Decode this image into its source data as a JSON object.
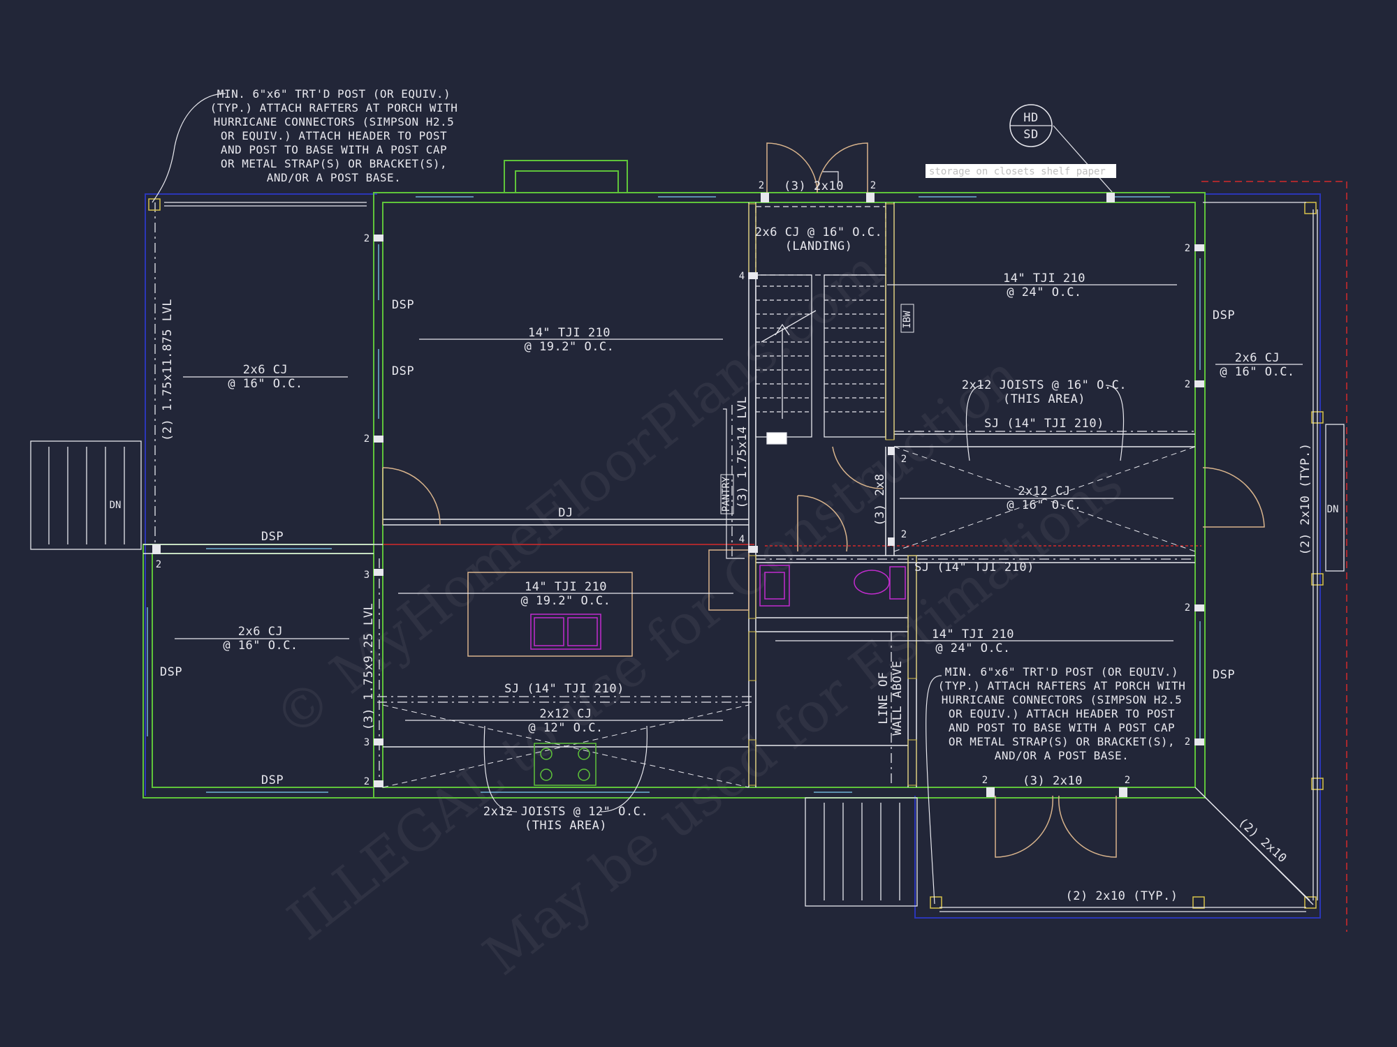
{
  "notes": {
    "porch_left": [
      "MIN. 6\"x6\" TRT'D POST (OR EQUIV.)",
      "(TYP.) ATTACH RAFTERS AT PORCH WITH",
      "HURRICANE CONNECTORS (SIMPSON H2.5",
      "OR EQUIV.) ATTACH HEADER TO POST",
      "AND POST TO BASE WITH A POST CAP",
      "OR METAL STRAP(S) OR BRACKET(S),",
      "AND/OR A POST BASE."
    ],
    "porch_right": [
      "MIN. 6\"x6\" TRT'D POST (OR EQUIV.)",
      "(TYP.) ATTACH RAFTERS AT PORCH WITH",
      "HURRICANE CONNECTORS (SIMPSON H2.5",
      "OR EQUIV.) ATTACH HEADER TO POST",
      "AND POST TO BASE WITH A POST CAP",
      "OR METAL STRAP(S) OR BRACKET(S),",
      "AND/OR A POST BASE."
    ],
    "hd_top": "HD",
    "hd_bottom": "SD",
    "hd_callout": "storage on closets shelf paper"
  },
  "labels": {
    "cj_left_top": "2x6 CJ",
    "cj_left_top_oc": "@ 16\" O.C.",
    "lvl_left": "(2) 1.75x11.875 LVL",
    "tji_main": "14\" TJI 210",
    "tji_main_oc": "@ 19.2\" O.C.",
    "dsp": "DSP",
    "landing_cj": "2x6 CJ @ 16\" O.C.",
    "landing": "(LANDING)",
    "header_3_2x10": "(3) 2x10",
    "ibw": "IBW",
    "tji_right": "14\" TJI 210",
    "tji_right_oc": "@ 24\" O.C.",
    "cj_right": "2x6 CJ",
    "cj_right_oc": "@ 16\" O.C.",
    "joists_2x12_16": "2x12 JOISTS @ 16\" O.C.",
    "this_area": "(THIS AREA)",
    "sj_tji": "SJ (14\" TJI 210)",
    "cj_2x12_16": "2x12 CJ",
    "cj_2x12_16_oc": "@ 16\" O.C.",
    "lvl_stair": "(3) 1.75x14 LVL",
    "header_3_2x8": "(3) 2x8",
    "dj": "DJ",
    "dn": "DN",
    "kitchen_tji": "14\" TJI 210",
    "kitchen_tji_oc": "@ 19.2\" O.C.",
    "cj_left_bottom": "2x6 CJ",
    "cj_left_bottom_oc": "@ 16\" O.C.",
    "lvl_kitchen": "(3) 1.75x9.25 LVL",
    "sj_kitchen": "SJ (14\" TJI 210)",
    "cj_2x12_12": "2x12 CJ",
    "cj_2x12_12_oc": "@ 12\" O.C.",
    "joists_2x12_12": "2x12 JOISTS @ 12\" O.C.",
    "tji_br": "14\" TJI 210",
    "tji_br_oc": "@ 24\" O.C.",
    "line_of": "LINE OF",
    "wall_above": "WALL ABOVE",
    "header_3_2x10_bottom": "(3) 2x10",
    "porch_2x10_typ_bottom": "(2) 2x10 (TYP.)",
    "porch_2x10_typ_right": "(2) 2x10 (TYP.)",
    "porch_2x10_diag": "(2) 2x10",
    "pantry": "PANTRY",
    "n2": "2",
    "n3": "3",
    "n4": "4"
  },
  "watermark": {
    "line1": "© MyHomeFloorPlans.com",
    "line2": "ILLEGAL to use for Construction",
    "line3": "May be used for Estimations"
  },
  "colors": {
    "background": "#222638",
    "wall_green": "#5fc43a",
    "wall_white": "#e8e8ee",
    "door_tan": "#d9b48c",
    "fixture_magenta": "#c22ccf",
    "property_red": "#d42a2a",
    "porch_blue": "#2b36b8",
    "window_cyan": "#6fb3d6",
    "yellow": "#d8c24a"
  }
}
